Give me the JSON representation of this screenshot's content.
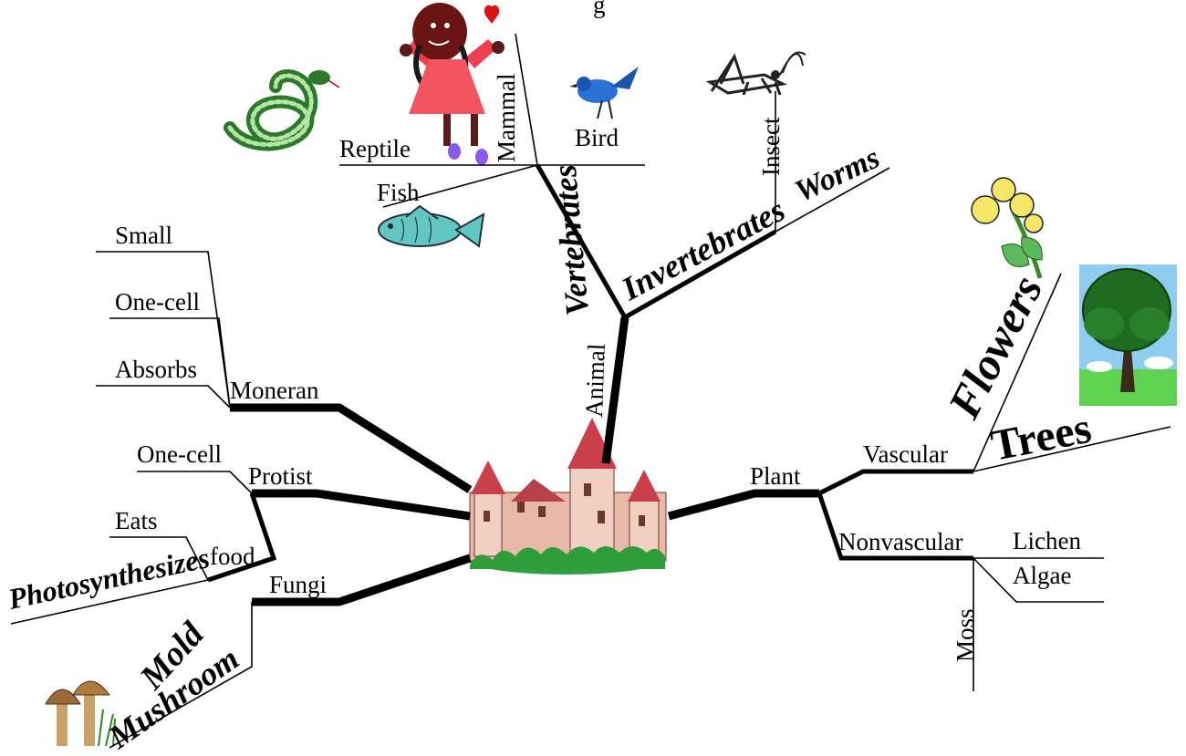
{
  "top_partial_text": "g",
  "branches": {
    "animal": "Animal",
    "plant": "Plant",
    "moneran": "Moneran",
    "protist": "Protist",
    "fungi": "Fungi"
  },
  "animal": {
    "vertebrates": "Vertebrates",
    "invertebrates": "Invertebrates",
    "reptile": "Reptile",
    "mammal": "Mammal",
    "bird": "Bird",
    "fish": "Fish",
    "insect": "Insect",
    "worms": "Worms"
  },
  "plant": {
    "vascular": "Vascular",
    "nonvascular": "Nonvascular",
    "flowers": "Flowers",
    "trees": "Trees",
    "lichen": "Lichen",
    "algae": "Algae",
    "moss": "Moss"
  },
  "moneran": {
    "small": "Small",
    "one_cell": "One-cell",
    "absorbs": "Absorbs"
  },
  "protist": {
    "one_cell": "One-cell",
    "eats": "Eats",
    "food": "food",
    "photosynthesizes": "Photosynthesizes"
  },
  "fungi": {
    "mold": "Mold",
    "mushroom": "Mushroom"
  }
}
